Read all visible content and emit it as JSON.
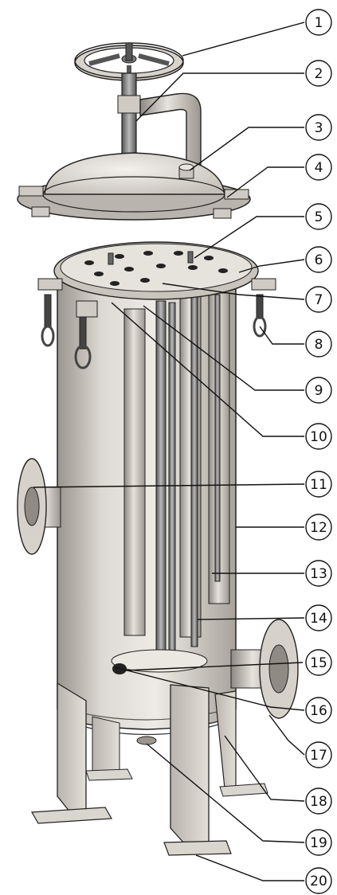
{
  "callouts": [
    {
      "label": "1"
    },
    {
      "label": "2"
    },
    {
      "label": "3"
    },
    {
      "label": "4"
    },
    {
      "label": "5"
    },
    {
      "label": "6"
    },
    {
      "label": "7"
    },
    {
      "label": "8"
    },
    {
      "label": "9"
    },
    {
      "label": "10"
    },
    {
      "label": "11"
    },
    {
      "label": "12"
    },
    {
      "label": "13"
    },
    {
      "label": "14"
    },
    {
      "label": "15"
    },
    {
      "label": "16"
    },
    {
      "label": "17"
    },
    {
      "label": "18"
    },
    {
      "label": "19"
    },
    {
      "label": "20"
    }
  ],
  "colors": {
    "steel_light": "#e4e0da",
    "steel_mid": "#c9c4bc",
    "steel_dark": "#8f8a83",
    "outline": "#222222"
  }
}
